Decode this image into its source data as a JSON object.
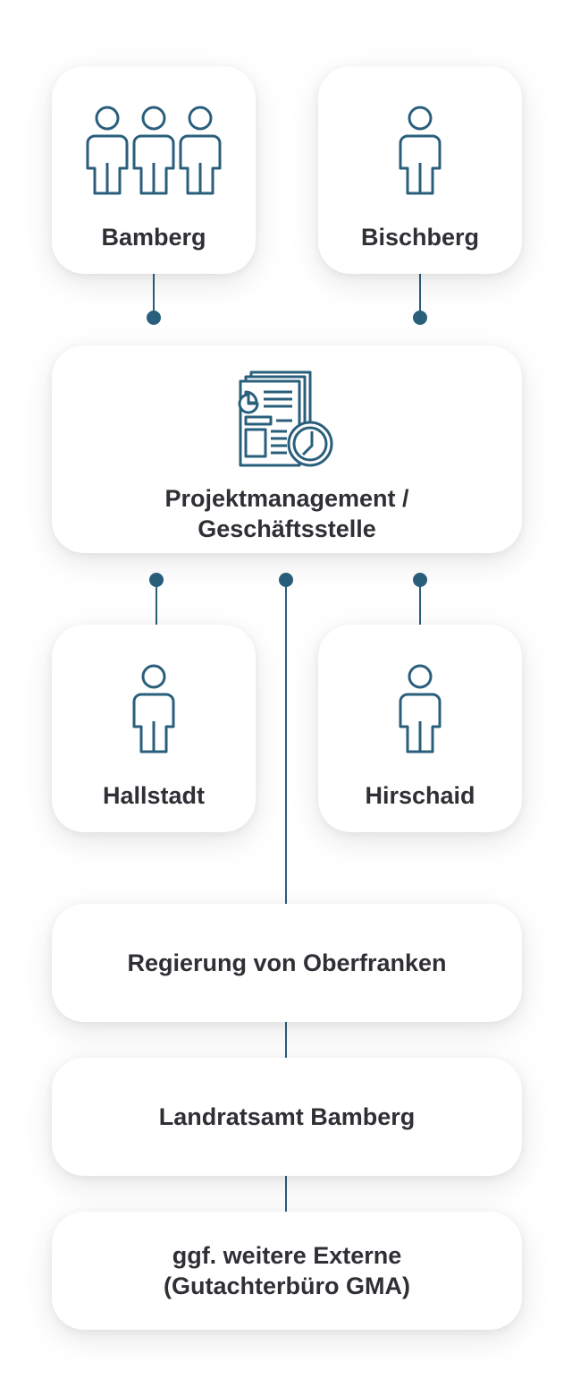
{
  "colors": {
    "accent": "#2a5f7c",
    "card_bg": "#ffffff",
    "text": "#2f2f35"
  },
  "nodes": {
    "bamberg": {
      "label": "Bamberg",
      "icon": "group-of-three-people-icon"
    },
    "bischberg": {
      "label": "Bischberg",
      "icon": "single-person-icon"
    },
    "projektmanagement": {
      "label": "Projektmanagement /\nGeschäftsstelle",
      "icon": "documents-with-clock-icon"
    },
    "hallstadt": {
      "label": "Hallstadt",
      "icon": "single-person-icon"
    },
    "hirschaid": {
      "label": "Hirschaid",
      "icon": "single-person-icon"
    },
    "regierung": {
      "label": "Regierung von Oberfranken"
    },
    "landratsamt": {
      "label": "Landratsamt Bamberg"
    },
    "externe": {
      "label": "ggf. weitere Externe\n(Gutachterbüro GMA)"
    }
  }
}
